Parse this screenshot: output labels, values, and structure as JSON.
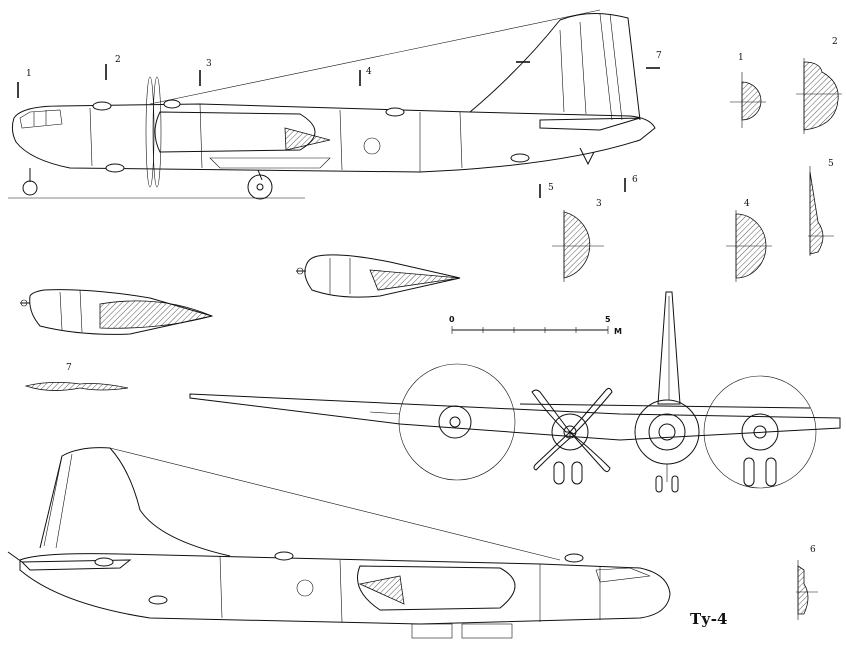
{
  "title": "Ту-4",
  "scale": {
    "zero": "0",
    "max": "5",
    "unit": "М"
  },
  "section_labels": [
    "1",
    "2",
    "3",
    "4",
    "5",
    "6",
    "7"
  ]
}
